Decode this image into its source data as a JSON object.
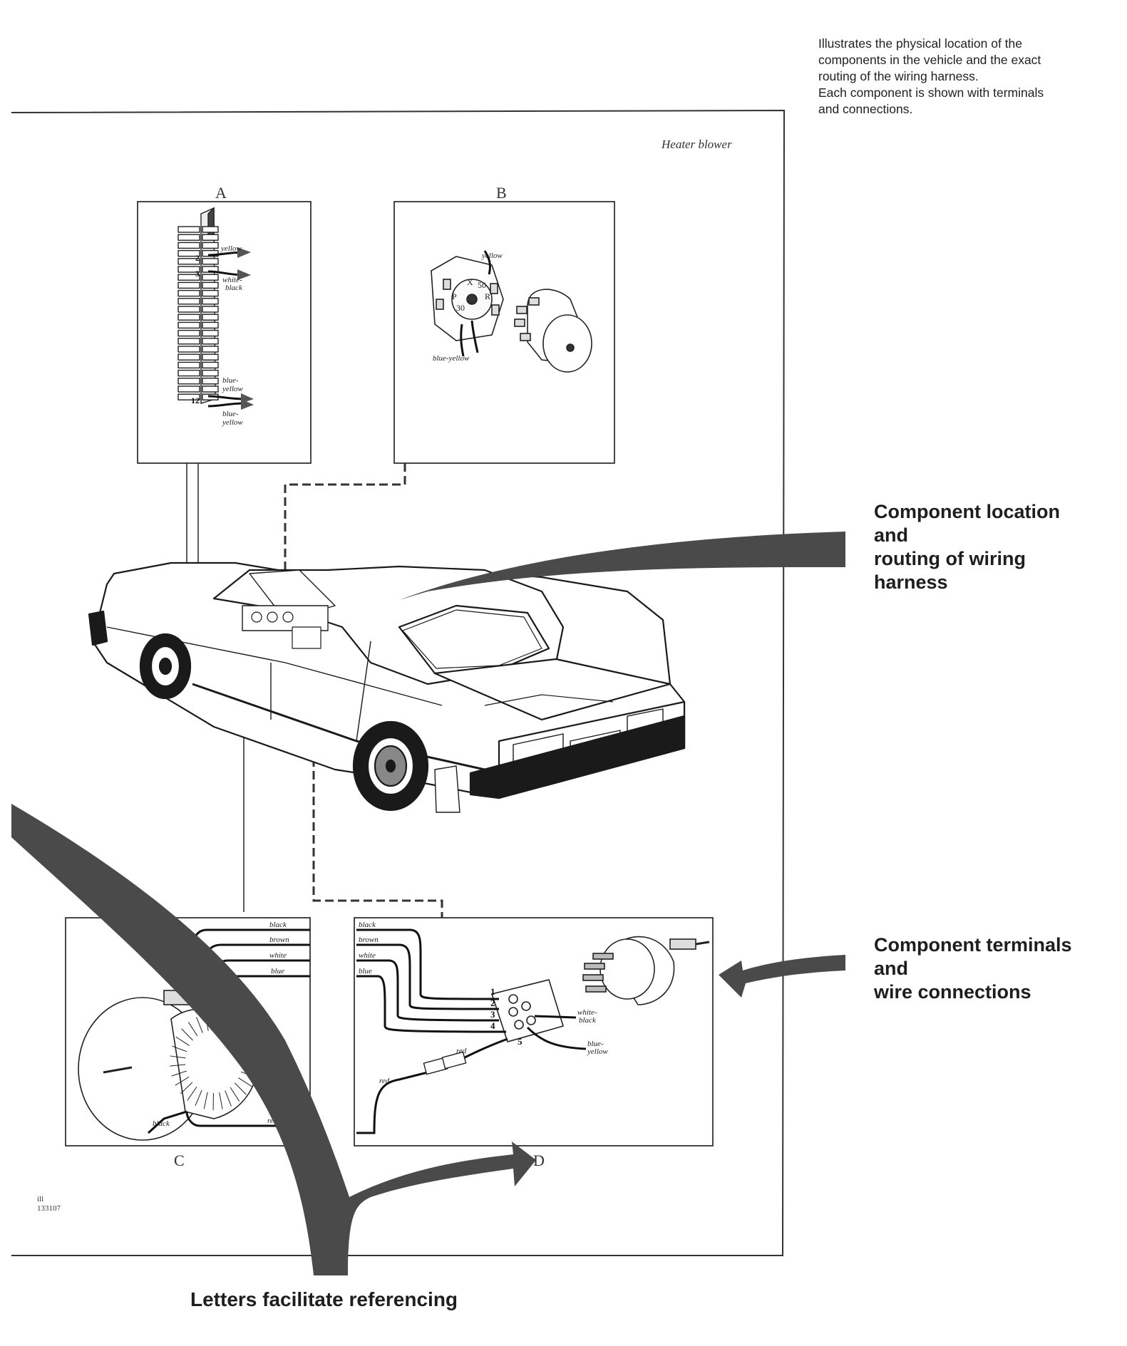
{
  "intro": {
    "line1": "Illustrates the physical location of the",
    "line2": "components in the vehicle and the exact",
    "line3": "routing of the wiring harness.",
    "line4": "Each component is shown with terminals",
    "line5": "and connections."
  },
  "diagram": {
    "title": "Heater blower",
    "box_labels": {
      "a": "A",
      "b": "B",
      "c": "C",
      "d": "D"
    },
    "ref_prefix": "ill",
    "ref_number": "133107"
  },
  "box_a": {
    "pin_2": "2",
    "pin_3": "3",
    "pin_12": "12",
    "wire_1": "yellow",
    "wire_2a": "white-",
    "wire_2b": "black",
    "wire_3a": "blue-",
    "wire_3b": "yellow",
    "wire_4a": "blue-",
    "wire_4b": "yellow"
  },
  "box_b": {
    "wire_top": "yellow",
    "wire_bottom": "blue-yellow",
    "t_x": "X",
    "t_50": "50",
    "t_p": "P",
    "t_r": "R",
    "t_30": "30"
  },
  "box_c": {
    "wire_1": "black",
    "wire_2": "brown",
    "wire_3": "white",
    "wire_4": "blue",
    "wire_5": "black",
    "wire_6": "red"
  },
  "box_d": {
    "wire_1": "black",
    "wire_2": "brown",
    "wire_3": "white",
    "wire_4": "blue",
    "pin_1": "1",
    "pin_2": "2",
    "pin_3": "3",
    "pin_4": "4",
    "pin_5": "5",
    "wire_wb_a": "white-",
    "wire_wb_b": "black",
    "wire_by_a": "blue-",
    "wire_by_b": "yellow",
    "wire_red_1": "red",
    "wire_red_2": "red"
  },
  "callouts": {
    "location_1": "Component location",
    "location_2": "and",
    "location_3": "routing of wiring",
    "location_4": "harness",
    "terminals_1": "Component terminals",
    "terminals_2": "and",
    "terminals_3": "wire connections",
    "letters": "Letters facilitate referencing"
  },
  "colors": {
    "ink": "#1e1e1e",
    "swoosh": "#4a4a4a",
    "paper": "#ffffff"
  }
}
